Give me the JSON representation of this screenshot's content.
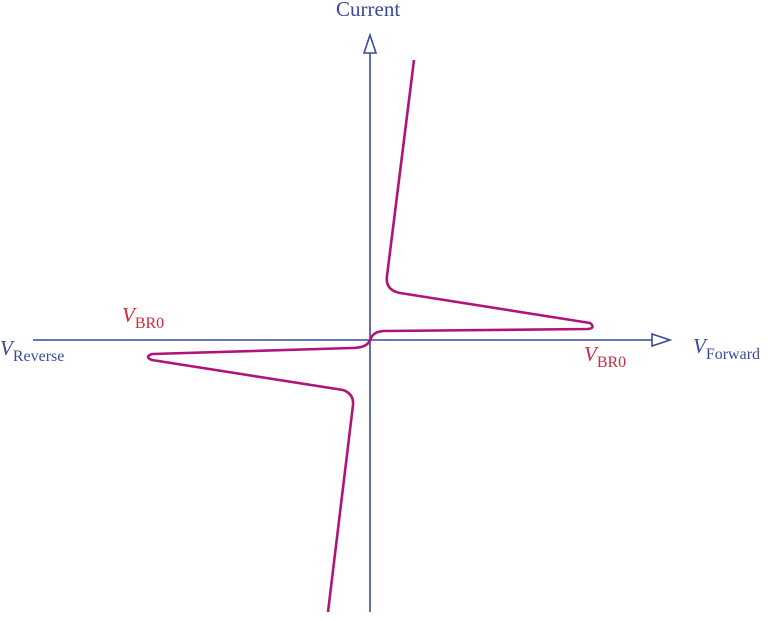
{
  "labels": {
    "y_axis": "Current",
    "x_negative": {
      "main": "V",
      "sub": "Reverse"
    },
    "x_positive": {
      "main": "V",
      "sub": "Forward"
    },
    "breakover_negative": {
      "main": "V",
      "sub": "BR0"
    },
    "breakover_positive": {
      "main": "V",
      "sub": "BR0"
    }
  },
  "colors": {
    "axis": "#3a4a9c",
    "curve": "#b0147c",
    "label_red": "#d02a3c"
  }
}
